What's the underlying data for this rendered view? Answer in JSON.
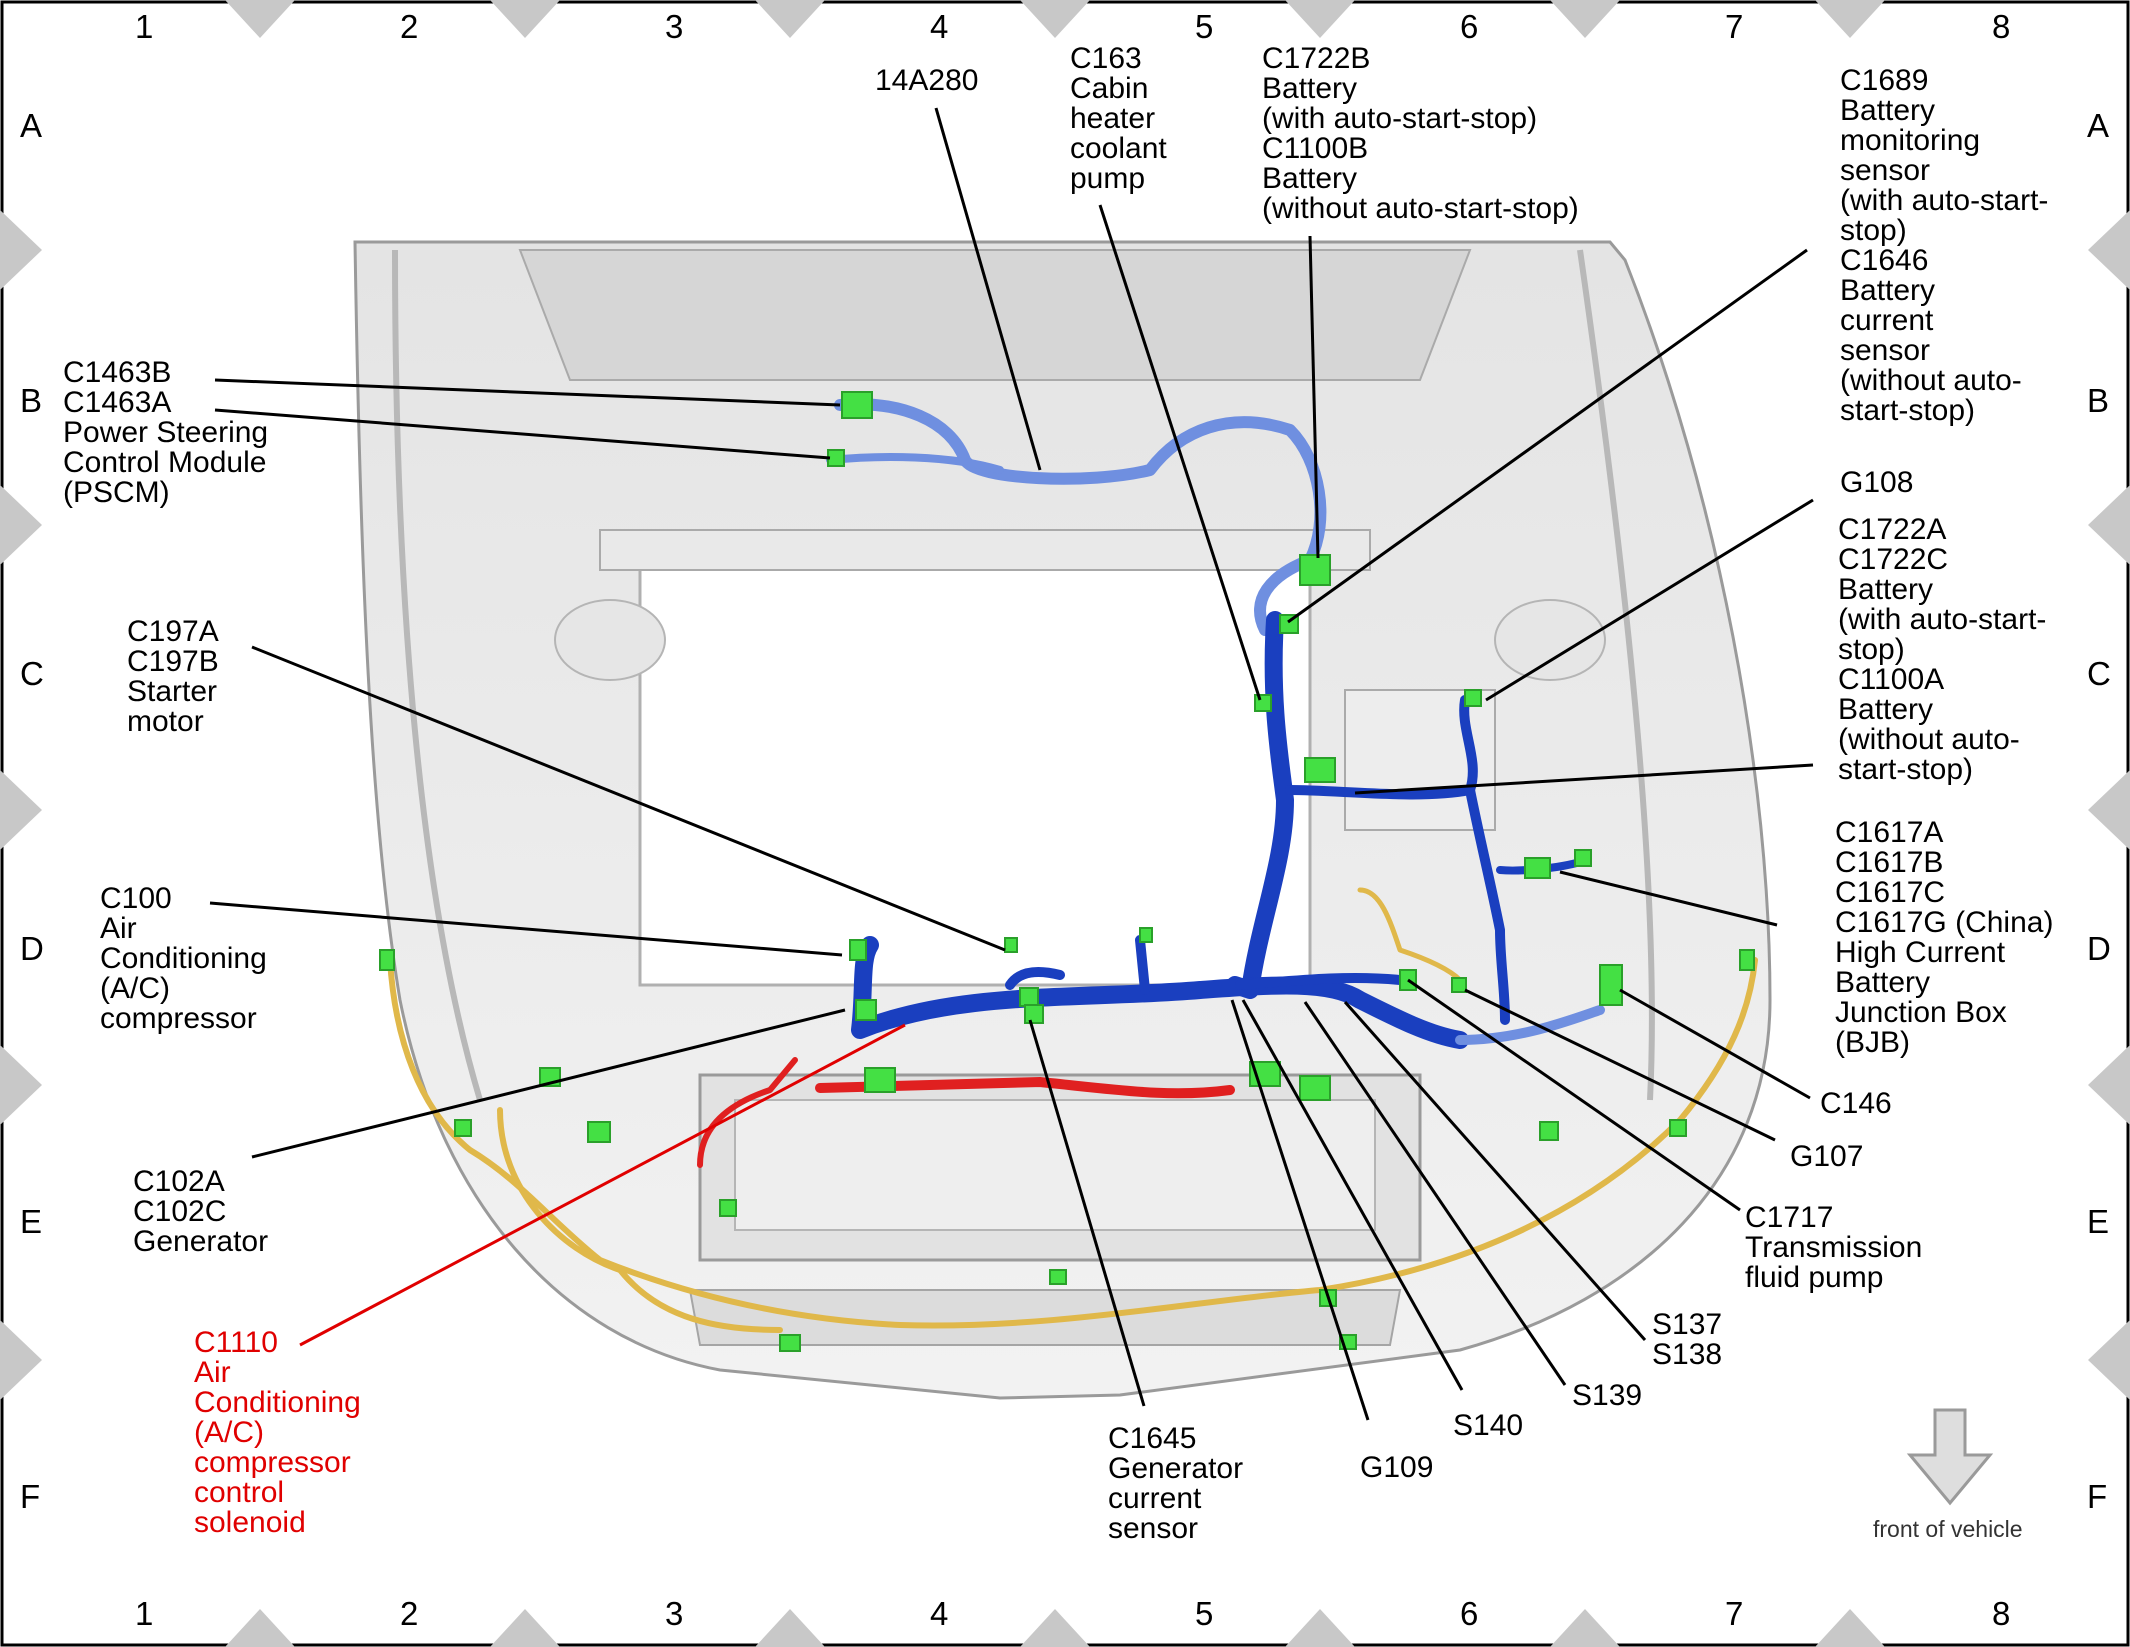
{
  "grid": {
    "columns": [
      "1",
      "2",
      "3",
      "4",
      "5",
      "6",
      "7",
      "8"
    ],
    "rows": [
      "A",
      "B",
      "C",
      "D",
      "E",
      "F"
    ]
  },
  "front_of_vehicle": "front of vehicle",
  "colors": {
    "harness_main": "#1a3fbf",
    "harness_light": "#6f8fe0",
    "harness_yellow": "#e0b84a",
    "harness_red": "#e02020",
    "connector": "#44e044",
    "callout_red": "#e00000"
  },
  "labels": {
    "l14a280": "14A280",
    "c163": "C163\nCabin\nheater\ncoolant\npump",
    "c1722b_c1100b": "C1722B\nBattery\n(with auto-start-stop)\nC1100B\nBattery\n(without auto-start-stop)",
    "c1689_c1646": "C1689\nBattery\nmonitoring\nsensor\n(with auto-start-\nstop)\nC1646\nBattery\ncurrent\nsensor\n(without auto-\nstart-stop)",
    "c1463": "C1463B\nC1463A\nPower Steering\nControl Module\n(PSCM)",
    "g108": "G108",
    "c1722a_c1100a": "C1722A\nC1722C\nBattery\n(with auto-start-\nstop)\nC1100A\nBattery\n(without auto-\nstart-stop)",
    "c197": "C197A\nC197B\nStarter\nmotor",
    "c1617": "C1617A\nC1617B\nC1617C\nC1617G (China)\nHigh Current\nBattery\nJunction Box\n(BJB)",
    "c100": "C100\nAir\nConditioning\n(A/C)\ncompressor",
    "c146": "C146",
    "g107": "G107",
    "c102": "C102A\nC102C\nGenerator",
    "c1717": "C1717\nTransmission\nfluid pump",
    "s137_s138": "S137\nS138",
    "c1110": "C1110\nAir\nConditioning\n(A/C)\ncompressor\ncontrol\nsolenoid",
    "s139": "S139",
    "s140": "S140",
    "g109": "G109",
    "c1645": "C1645\nGenerator\ncurrent\nsensor"
  }
}
